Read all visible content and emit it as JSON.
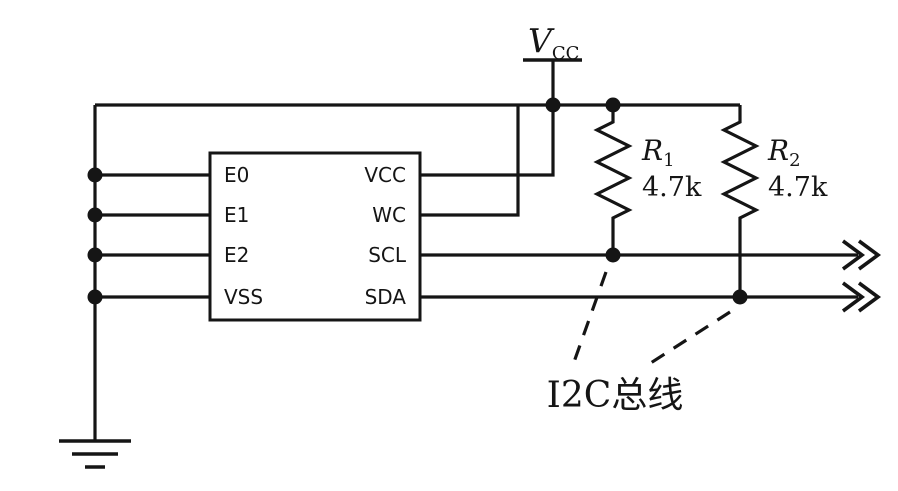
{
  "figure": {
    "background": "#ffffff",
    "line_color": "#151515",
    "description": "I2C bus schematic with serial EEPROM chip, Vcc supply and two pull-up resistors"
  },
  "ic": {
    "left_pins": [
      "E0",
      "E1",
      "E2",
      "VSS"
    ],
    "right_pins": [
      "VCC",
      "WC",
      "SCL",
      "SDA"
    ]
  },
  "power": {
    "vcc_base": "V",
    "vcc_sub": "CC"
  },
  "resistors": {
    "r1_base": "R",
    "r1_sub": "1",
    "r1_value": "4.7k",
    "r2_base": "R",
    "r2_sub": "2",
    "r2_value": "4.7k"
  },
  "annotation": {
    "i2c_bus_label": "I2C总线"
  }
}
